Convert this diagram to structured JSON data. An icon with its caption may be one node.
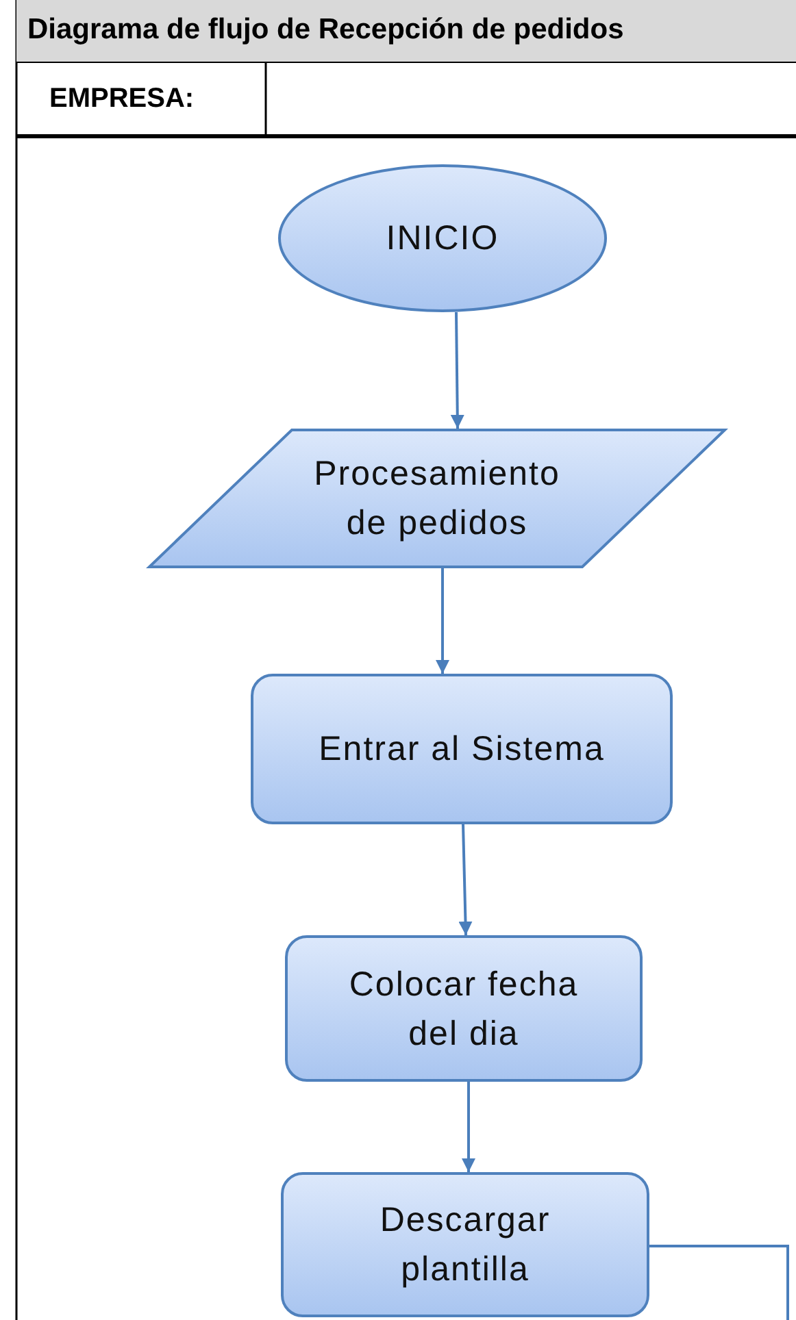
{
  "diagram": {
    "title": "Diagrama de flujo de Recepción de pedidos",
    "nodes": [
      {
        "text": [
          "INICIO"
        ]
      },
      {
        "text": [
          "Procesamiento de pedidos"
        ]
      },
      {
        "text": [
          "Entrar al Sistema"
        ]
      },
      {
        "text": [
          "Colocar fecha del dia"
        ]
      },
      {
        "text": [
          "Descargar plantilla"
        ]
      }
    ],
    "edges": [
      {
        "from": 0,
        "to": 1,
        "arrow": "to"
      },
      {
        "from": 1,
        "to": 2,
        "arrow": "to"
      },
      {
        "from": 2,
        "to": 3,
        "arrow": "to"
      },
      {
        "from": 3,
        "to": 4,
        "arrow": "to"
      },
      {
        "from": 4,
        "to": null,
        "arrow": "none"
      }
    ],
    "labels": [
      "EMPRESA:"
    ]
  }
}
